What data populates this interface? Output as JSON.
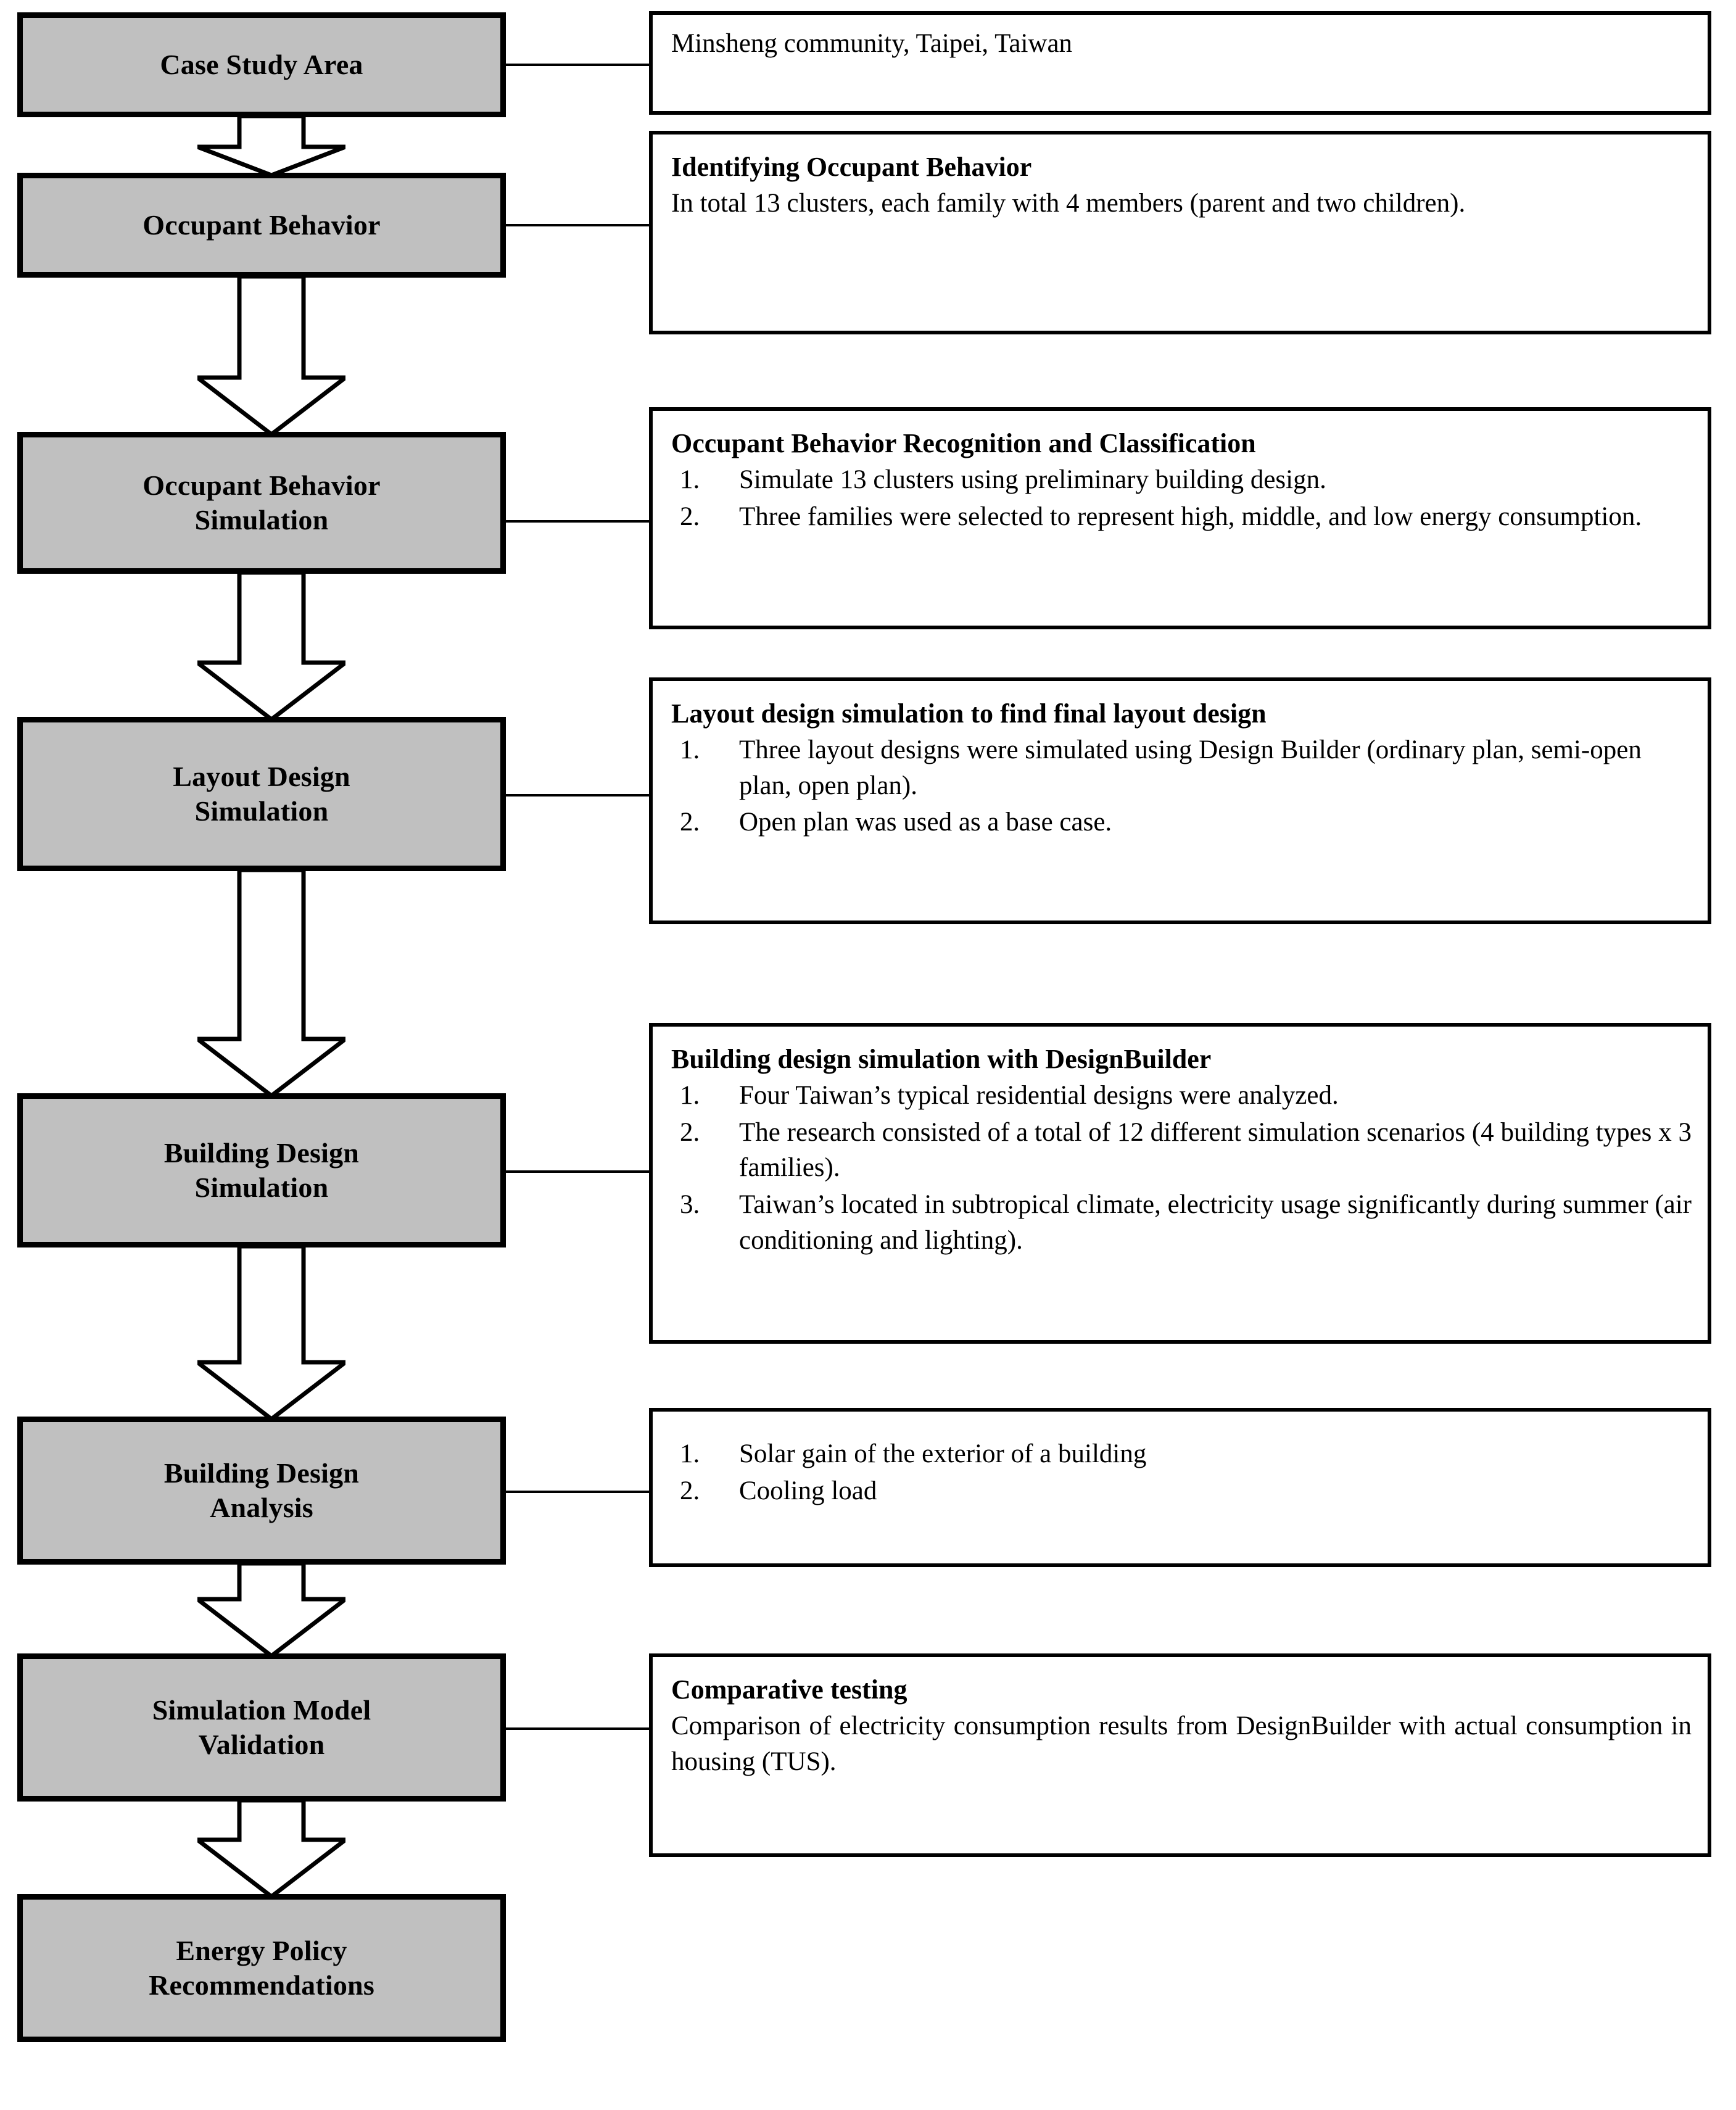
{
  "diagram": {
    "title": "Research methodology flowchart",
    "accent_fill": "#c0c0c0",
    "stroke": "#000000",
    "background": "#ffffff"
  },
  "process_steps": [
    {
      "id": "case-study-area",
      "label": "Case Study Area"
    },
    {
      "id": "occupant-behavior",
      "label": "Occupant Behavior"
    },
    {
      "id": "occupant-behavior-sim",
      "label": "Occupant Behavior\nSimulation"
    },
    {
      "id": "layout-design-sim",
      "label": "Layout Design\nSimulation"
    },
    {
      "id": "building-design-sim",
      "label": "Building Design\nSimulation"
    },
    {
      "id": "building-design-anal",
      "label": "Building Design\nAnalysis"
    },
    {
      "id": "simulation-model-val",
      "label": "Simulation Model\nValidation"
    },
    {
      "id": "energy-policy-rec",
      "label": "Energy Policy\nRecommendations"
    }
  ],
  "detail_panels": [
    {
      "id": "case-study-detail",
      "title": "",
      "plain": "Minsheng community, Taipei, Taiwan",
      "items": []
    },
    {
      "id": "occupant-behavior-detail",
      "title": "Identifying Occupant Behavior",
      "plain": "In total 13 clusters, each family with 4 members (parent and two children).",
      "items": []
    },
    {
      "id": "occupant-behavior-sim-detail",
      "title": "Occupant Behavior Recognition and Classification",
      "plain": "",
      "items": [
        {
          "num": "1.",
          "text": "Simulate 13 clusters using preliminary building design."
        },
        {
          "num": "2.",
          "text": "Three families were selected to represent high, middle, and low energy consumption."
        }
      ]
    },
    {
      "id": "layout-design-sim-detail",
      "title": "Layout design simulation to find final layout design",
      "plain": "",
      "items": [
        {
          "num": "1.",
          "text": "Three layout designs were simulated using Design Builder (ordinary plan, semi-open plan, open plan)."
        },
        {
          "num": "2.",
          "text": "Open plan was used as a base case."
        }
      ]
    },
    {
      "id": "building-design-sim-detail",
      "title": "Building design simulation with DesignBuilder",
      "plain": "",
      "items": [
        {
          "num": "1.",
          "text": "Four Taiwan’s typical residential designs were analyzed."
        },
        {
          "num": "2.",
          "text": "The research consisted of a total of 12 different simulation scenarios (4 building types x 3 families)."
        },
        {
          "num": "3.",
          "text": "Taiwan’s located in subtropical climate, electricity usage significantly during summer (air conditioning and lighting)."
        }
      ]
    },
    {
      "id": "building-design-anal-detail",
      "title": "",
      "plain": "",
      "items": [
        {
          "num": "1.",
          "text": "Solar gain of the exterior of a building"
        },
        {
          "num": "2.",
          "text": "Cooling load"
        }
      ]
    },
    {
      "id": "simulation-model-val-detail",
      "title": "Comparative testing",
      "plain": "Comparison of electricity consumption results from DesignBuilder with actual consumption in housing (TUS).",
      "items": []
    }
  ]
}
